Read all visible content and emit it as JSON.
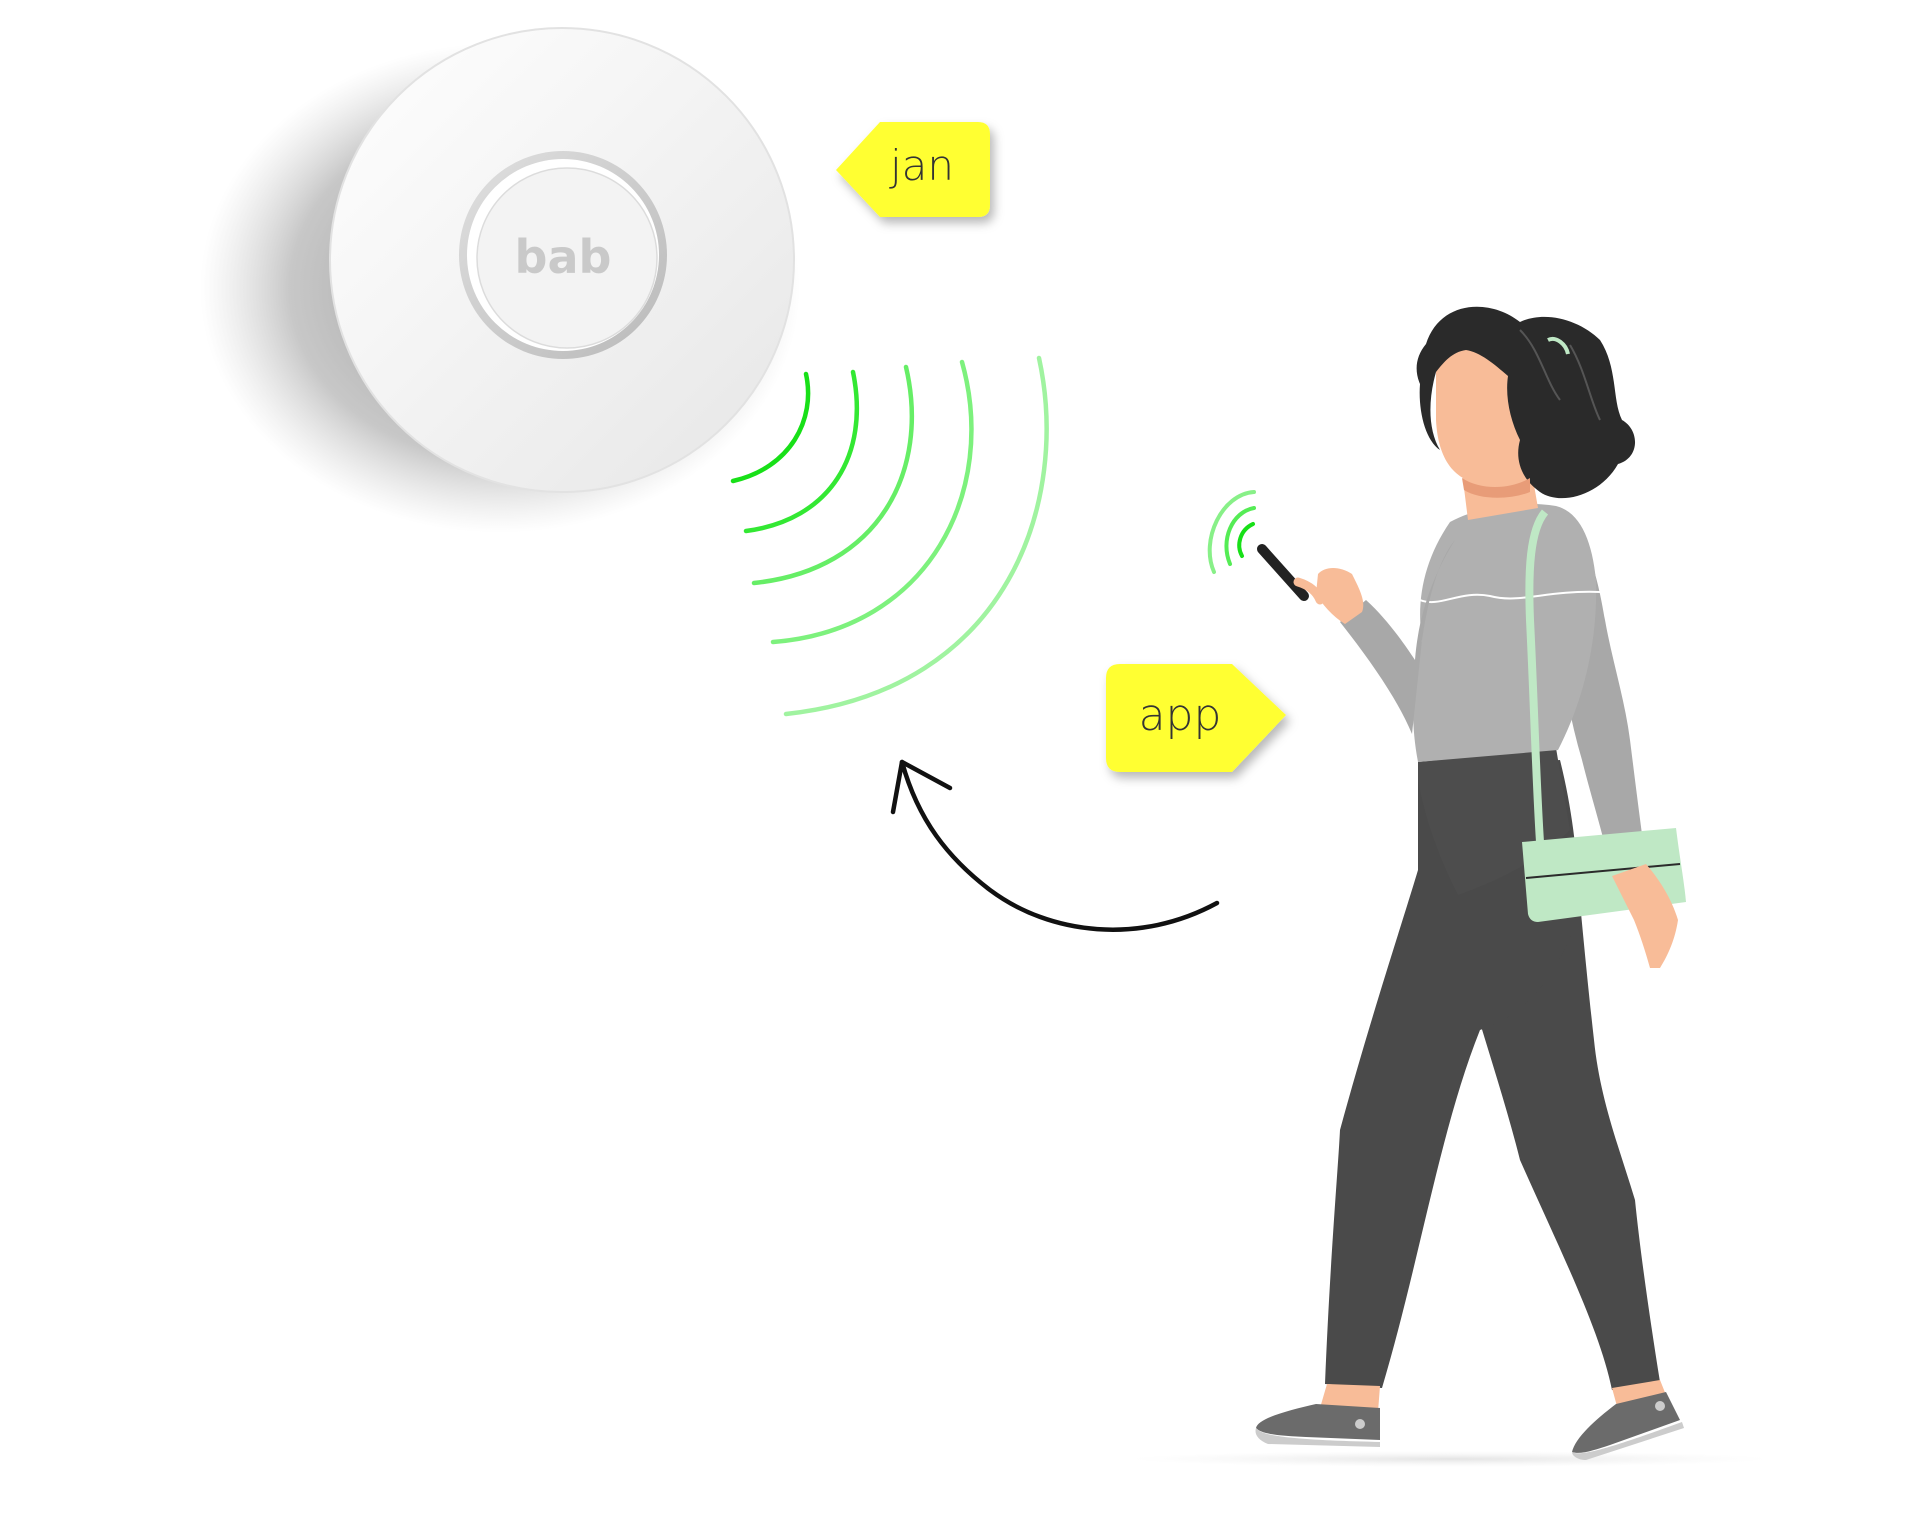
{
  "device": {
    "brand": "bab",
    "tag": "jan",
    "color": "#f4f4f4"
  },
  "phone": {
    "tag": "app"
  },
  "colors": {
    "tag_background": "#ffff33",
    "signal_green": "#22ee22",
    "hair": "#2a2a2a",
    "sweater": "#b0b0b0",
    "pants": "#4a4a4a",
    "skin": "#f8bc98",
    "bag": "#bfe8c5",
    "arrow": "#111111"
  },
  "icons": {
    "device": "round-smoke-detector-icon",
    "signal": "wireless-signal-icon",
    "arrow": "curved-arrow-icon",
    "person": "walking-woman-with-phone-icon"
  }
}
